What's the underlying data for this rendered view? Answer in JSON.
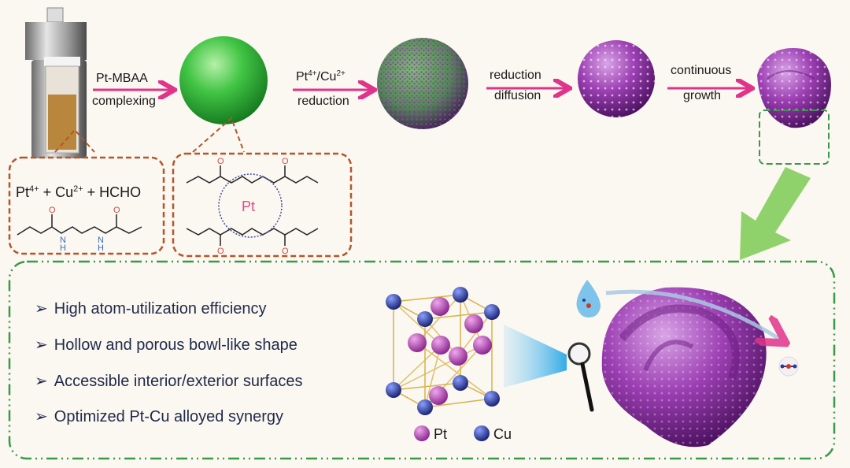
{
  "steps": [
    {
      "top": "Pt-MBAA",
      "bottom": "complexing"
    },
    {
      "top_a": "Pt",
      "top_sup1": "4+",
      "top_b": "/Cu",
      "top_sup2": "2+",
      "bottom": "reduction"
    },
    {
      "top": "reduction",
      "bottom": "diffusion"
    },
    {
      "top": "continuous",
      "bottom": "growth"
    }
  ],
  "precursor": {
    "pt": "Pt",
    "pt_sup": "4+",
    "plus1": " + Cu",
    "cu_sup": "2+",
    "rest": " + HCHO"
  },
  "complex_center": "Pt",
  "chem": {
    "o": "O",
    "n": "N",
    "h": "H"
  },
  "bullets": [
    "High atom-utilization efficiency",
    "Hollow and porous bowl-like shape",
    "Accessible interior/exterior surfaces",
    "Optimized Pt-Cu alloyed synergy"
  ],
  "bullet_marker": "➢",
  "legend": [
    {
      "label": "Pt",
      "color": "#b544b0"
    },
    {
      "label": "Cu",
      "color": "#2c3a95"
    }
  ],
  "colors": {
    "arrow": "#e0338a",
    "green_box": "#3a9a4a",
    "orange_box": "#b4562a",
    "purple": "#9b3fb0",
    "green_sphere": "#3cc043"
  }
}
